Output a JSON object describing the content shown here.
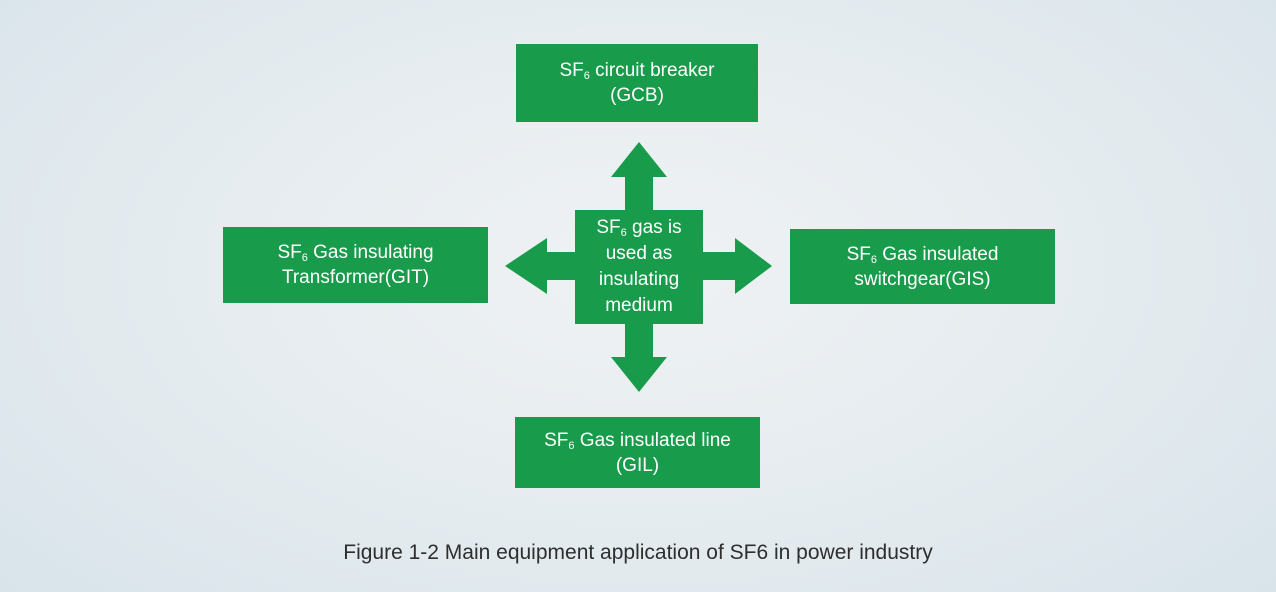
{
  "colors": {
    "green": "#189b4b",
    "box_text": "#ffffff",
    "caption_text": "#2e2e2e",
    "bg_center": "#eff2f4",
    "bg_edge": "#d7e3ea"
  },
  "caption": "Figure 1-2 Main equipment application of SF6 in power industry",
  "nodes": {
    "center": {
      "prefix": "SF",
      "sub": "6",
      "line1_rest": " gas is",
      "line2": "used as",
      "line3": "insulating",
      "line4": "medium"
    },
    "top": {
      "prefix": "SF",
      "sub": "6",
      "line1_rest": " circuit breaker",
      "line2": "(GCB)"
    },
    "left": {
      "prefix": "SF",
      "sub": "6",
      "line1_rest": " Gas insulating",
      "line2": "Transformer(GIT)"
    },
    "right": {
      "prefix": "SF",
      "sub": "6",
      "line1_rest": " Gas insulated",
      "line2": "switchgear(GIS)"
    },
    "bottom": {
      "prefix": "SF",
      "sub": "6",
      "line1_rest": " Gas insulated line",
      "line2": "(GIL)"
    }
  },
  "arrows": [
    "up",
    "down",
    "left",
    "right"
  ]
}
